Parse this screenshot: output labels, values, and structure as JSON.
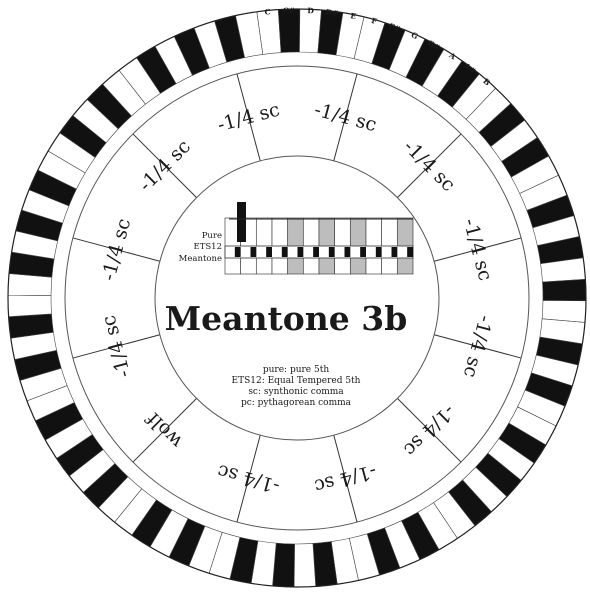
{
  "title": "Meantone 3b",
  "key_labels": [
    "Pure",
    "ETS12",
    "Meantone"
  ],
  "legend": [
    "pure: pure 5th",
    "ETS12: Equal Tempered 5th",
    "sc: synthonic comma",
    "pc: pythagorean comma"
  ],
  "note_names": [
    "C",
    "C#",
    "D",
    "D#",
    "E",
    "F",
    "F#",
    "G",
    "G#",
    "A",
    "A#",
    "B"
  ],
  "segments": [
    "-1/4 sc",
    "-1/4 sc",
    "-1/4 sc",
    "-1/4 sc",
    "-1/4 sc",
    "-1/4 sc",
    "-1/4 sc",
    "-1/4 sc",
    "wolf",
    "-1/4 sc",
    "-1/4 sc",
    "-1/4 sc"
  ],
  "colors": {
    "black_key": "#111111",
    "white_key": "#ffffff",
    "grey_bar": "#bdbdbd",
    "line": "#333333"
  }
}
